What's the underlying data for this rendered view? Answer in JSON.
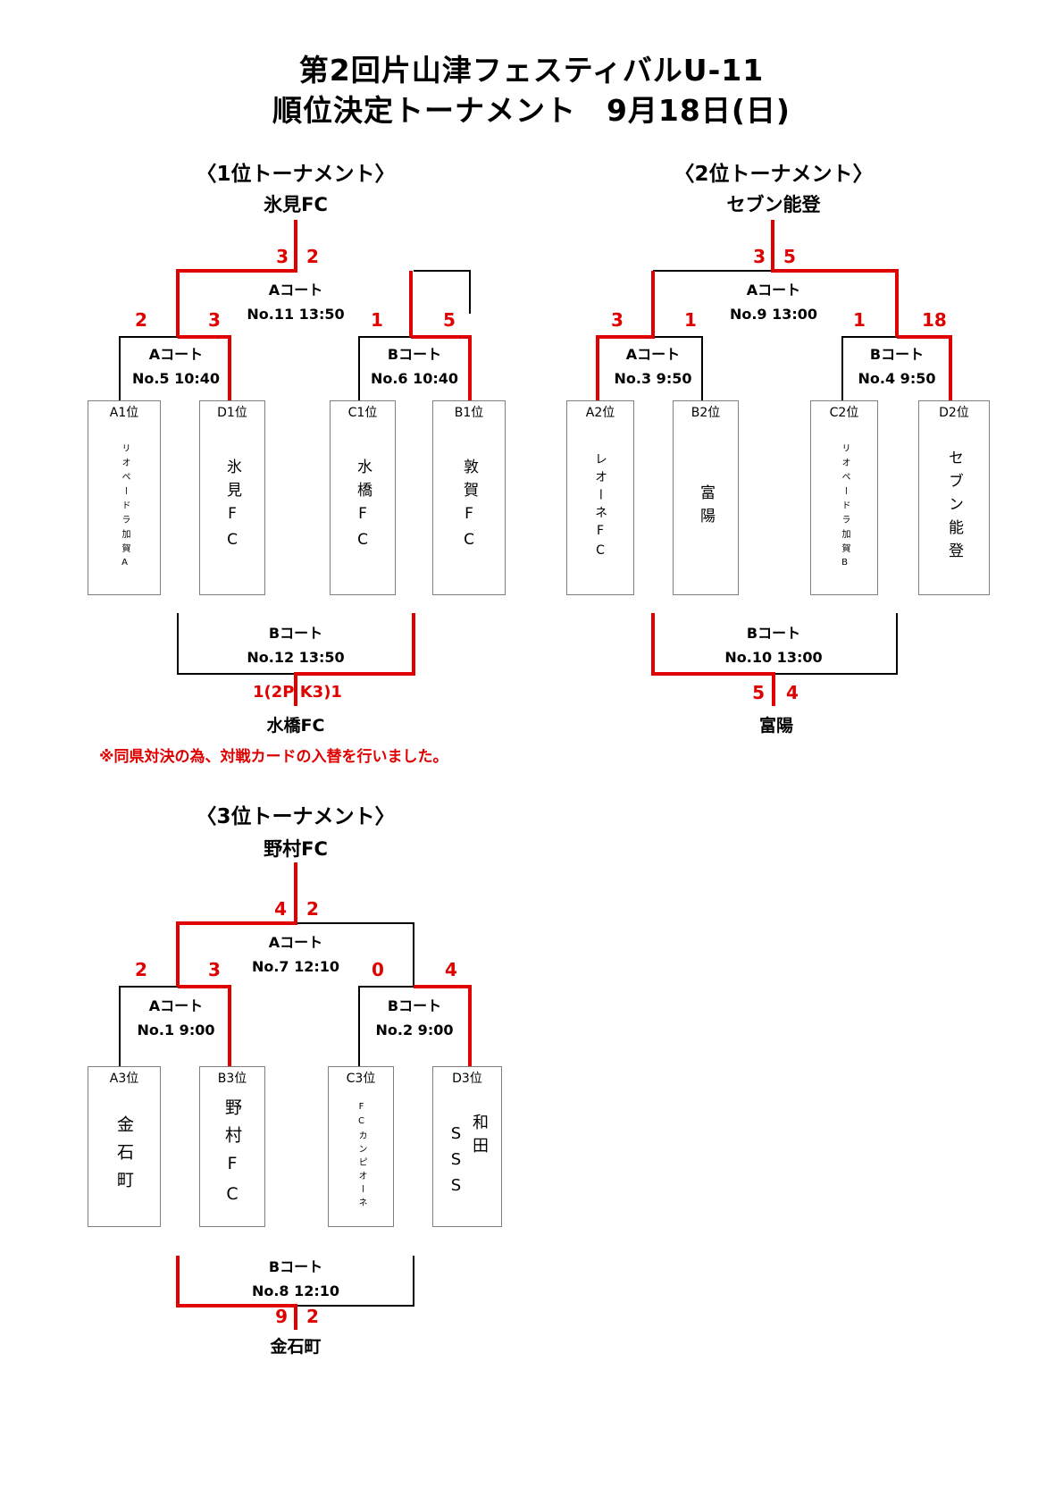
{
  "title_line1": "第2回片山津フェスティバルU-11",
  "title_line2": "順位決定トーナメント　9月18日(日)",
  "t1": {
    "heading": "〈1位トーナメント〉",
    "champion": "氷見FC",
    "final": {
      "court": "Aコート",
      "match": "No.11 13:50",
      "score_left": "3",
      "score_right": "2"
    },
    "semi_left": {
      "court": "Aコート",
      "match": "No.5 10:40",
      "score_left": "2",
      "score_right": "3"
    },
    "semi_right": {
      "court": "Bコート",
      "match": "No.6 10:40",
      "score_left": "1",
      "score_right": "5"
    },
    "teams": [
      {
        "seed": "A1位",
        "name": "リオペードラ加賀A"
      },
      {
        "seed": "D1位",
        "name": "氷見FC"
      },
      {
        "seed": "C1位",
        "name": "水橋FC"
      },
      {
        "seed": "B1位",
        "name": "敦賀FC"
      }
    ],
    "third": {
      "court": "Bコート",
      "match": "No.12 13:50",
      "score": "1(2P K3)1",
      "winner": "水橋FC"
    },
    "note": "※同県対決の為、対戦カードの入替を行いました。"
  },
  "t2": {
    "heading": "〈2位トーナメント〉",
    "champion": "セブン能登",
    "final": {
      "court": "Aコート",
      "match": "No.9 13:00",
      "score_left": "3",
      "score_right": "5"
    },
    "semi_left": {
      "court": "Aコート",
      "match": "No.3 9:50",
      "score_left": "3",
      "score_right": "1"
    },
    "semi_right": {
      "court": "Bコート",
      "match": "No.4 9:50",
      "score_left": "1",
      "score_right": "18"
    },
    "teams": [
      {
        "seed": "A2位",
        "name": "レオーネFC"
      },
      {
        "seed": "B2位",
        "name": "富陽"
      },
      {
        "seed": "C2位",
        "name": "リオペードラ加賀B"
      },
      {
        "seed": "D2位",
        "name": "セブン能登"
      }
    ],
    "third": {
      "court": "Bコート",
      "match": "No.10 13:00",
      "score_left": "5",
      "score_right": "4",
      "winner": "富陽"
    }
  },
  "t3": {
    "heading": "〈3位トーナメント〉",
    "champion": "野村FC",
    "final": {
      "court": "Aコート",
      "match": "No.7 12:10",
      "score_left": "4",
      "score_right": "2"
    },
    "semi_left": {
      "court": "Aコート",
      "match": "No.1 9:00",
      "score_left": "2",
      "score_right": "3"
    },
    "semi_right": {
      "court": "Bコート",
      "match": "No.2 9:00",
      "score_left": "0",
      "score_right": "4"
    },
    "teams": [
      {
        "seed": "A3位",
        "name": "金石町"
      },
      {
        "seed": "B3位",
        "name": "野村FC"
      },
      {
        "seed": "C3位",
        "name": "FCカンピオーネ"
      },
      {
        "seed": "D3位",
        "name_col1": "SSS",
        "name_col2": "和田"
      }
    ],
    "third": {
      "court": "Bコート",
      "match": "No.8 12:10",
      "score_left": "9",
      "score_right": "2",
      "winner": "金石町"
    }
  },
  "colors": {
    "win_line": "#e00000",
    "line": "#000000",
    "box_border": "#7f7f7f",
    "score": "#e00000"
  }
}
